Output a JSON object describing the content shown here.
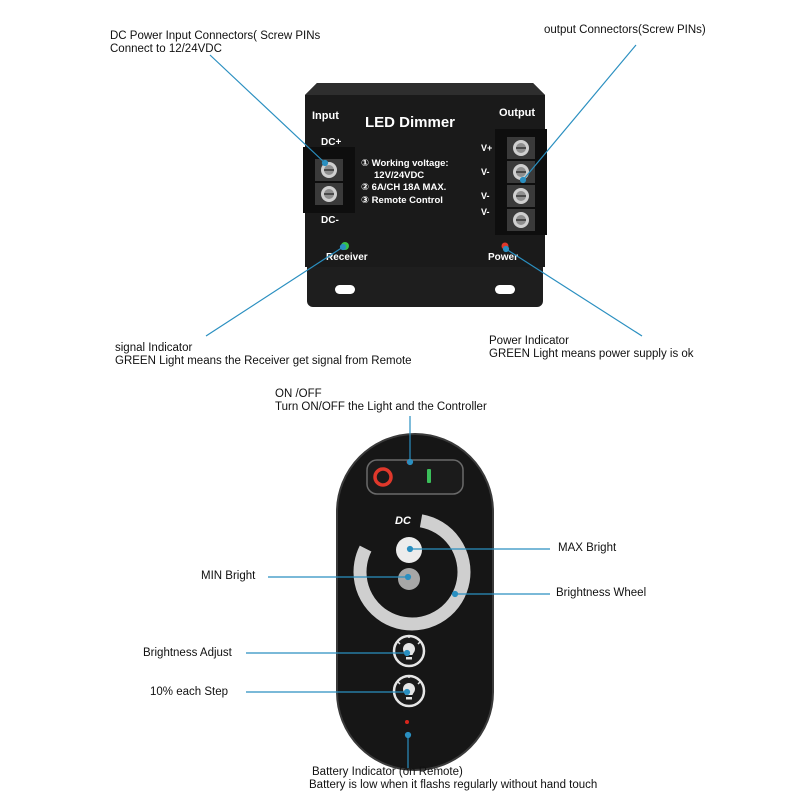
{
  "callouts": {
    "dc_input": {
      "line1": "DC Power Input Connectors( Screw PINs",
      "line2": "Connect to 12/24VDC"
    },
    "output": {
      "line1": "output Connectors(Screw PINs)"
    },
    "signal": {
      "line1": "signal Indicator",
      "line2": "GREEN Light means the Receiver get signal from Remote"
    },
    "power": {
      "line1": "Power Indicator",
      "line2": "GREEN Light means power supply is ok"
    },
    "onoff": {
      "line1": "ON /OFF",
      "line2": "Turn ON/OFF the Light and the Controller"
    },
    "max": {
      "line1": "MAX Bright"
    },
    "min": {
      "line1": "MIN Bright"
    },
    "wheel": {
      "line1": "Brightness Wheel"
    },
    "adjust": {
      "line1": "Brightness Adjust"
    },
    "step": {
      "line1": "10% each Step"
    },
    "battery": {
      "line1": "Battery Indicator (on Remote)",
      "line2": "Battery is low when it flashs regularly without hand touch"
    }
  },
  "controller": {
    "title": "LED Dimmer",
    "input_label": "Input",
    "output_label": "Output",
    "dc_plus": "DC+",
    "dc_minus": "DC-",
    "v_labels": [
      "V+",
      "V-",
      "V-",
      "V-"
    ],
    "spec1": "① Working voltage:",
    "spec1b": "12V/24VDC",
    "spec2": "② 6A/CH  18A MAX.",
    "spec3": "③ Remote Control",
    "receiver": "Receiver",
    "power": "Power"
  },
  "remote": {
    "logo": "DC"
  },
  "colors": {
    "line": "#2a8fc0",
    "device": "#1c1c1c",
    "green_led": "#37c24a",
    "red_led": "#e0382b",
    "power_red": "#d8261c",
    "switch_green": "#3bbf5a"
  }
}
